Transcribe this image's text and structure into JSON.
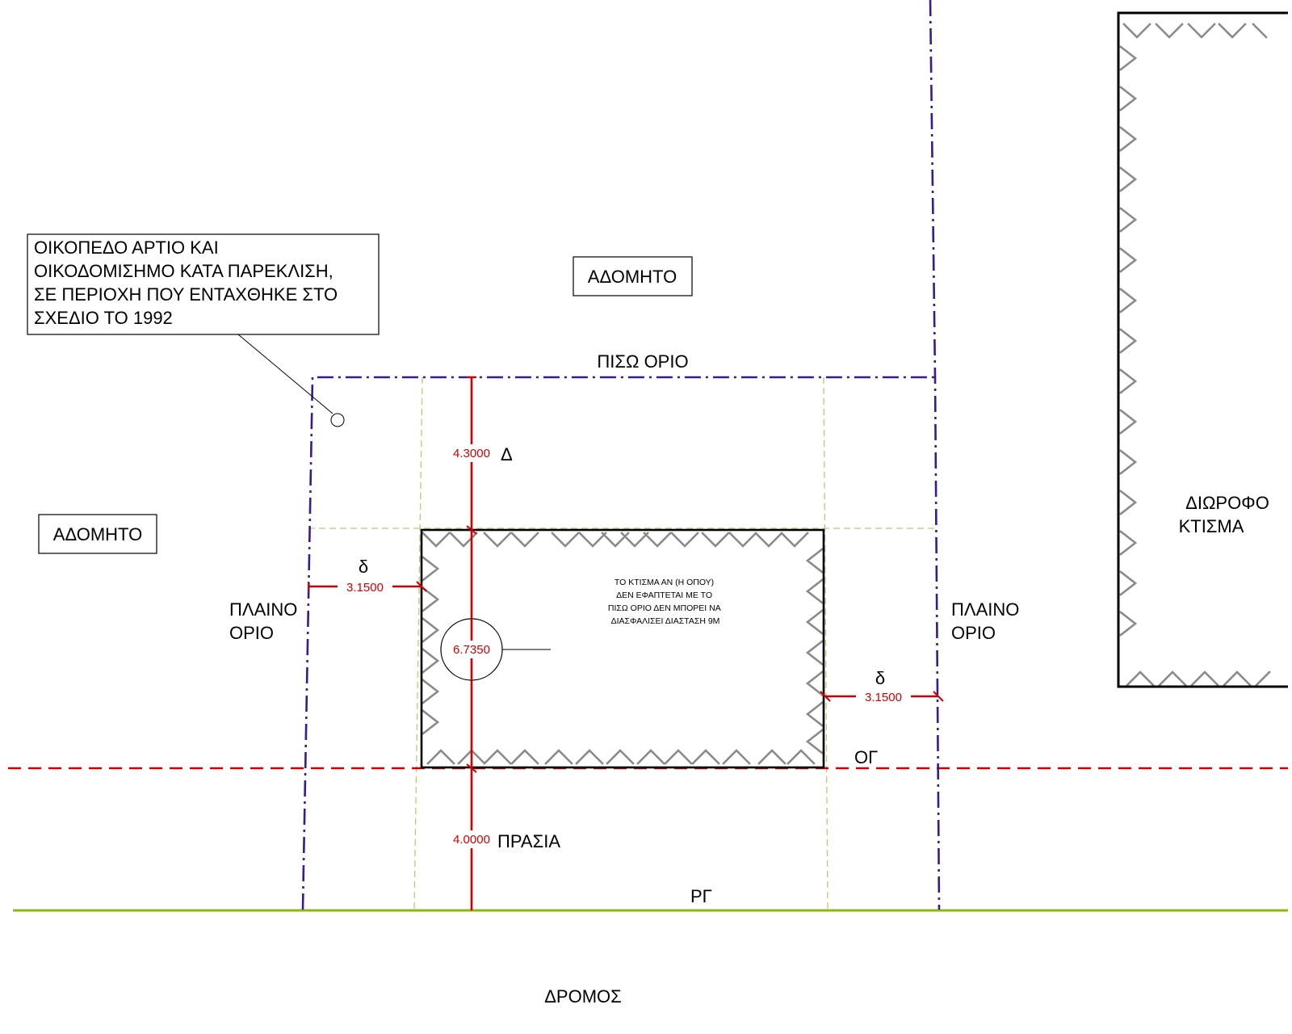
{
  "note": {
    "lines": [
      "ΟΙΚΟΠΕΔΟ ΑΡΤΙΟ ΚΑΙ",
      "ΟΙΚΟΔΟΜΙΣΗΜΟ ΚΑΤΑ ΠΑΡΕΚΛΙΣΗ,",
      "ΣΕ ΠΕΡΙΟΧΗ ΠΟΥ ΕΝΤΑΧΘΗΚΕ ΣΤΟ",
      "ΣΧΕΔΙΟ ΤΟ 1992"
    ]
  },
  "labels": {
    "unbuilt_top": "ΑΔΟΜΗΤΟ",
    "unbuilt_left": "ΑΔΟΜΗΤΟ",
    "rear_boundary": "ΠΙΣΩ ΟΡΙΟ",
    "side_left_1": "ΠΛΑΙΝΟ",
    "side_left_2": "ΟΡΙΟ",
    "side_right_1": "ΠΛΑΙΝΟ",
    "side_right_2": "ΟΡΙΟ",
    "two_storey_1": "ΔΙΩΡΟΦΟ",
    "two_storey_2": "ΚΤΙΣΜΑ",
    "building_line": "ΟΓ",
    "street_line": "ΡΓ",
    "road": "ΔΡΟΜΟΣ",
    "rear_setback_symbol": "Δ",
    "front_setback_label": "ΠΡΑΣΙΑ",
    "side_left_symbol": "δ",
    "side_right_symbol": "δ"
  },
  "dimensions": {
    "rear_setback": "4.3000",
    "front_setback": "4.0000",
    "side_left": "3.1500",
    "side_right": "3.1500",
    "building_depth": "6.7350"
  },
  "building_note": {
    "lines": [
      "ΤΟ ΚΤΙΣΜΑ ΑΝ (Η ΟΠΟΥ)",
      "ΔΕΝ ΕΦΑΠΤΕΤΑΙ ΜΕ ΤΟ",
      "ΠΙΣΩ ΟΡΙΟ ΔΕΝ ΜΠΟΡΕΙ ΝΑ",
      "ΔΙΑΣΦΑΛΙΣΕΙ ΔΙΑΣΤΑΣΗ 9Μ"
    ]
  },
  "colors": {
    "plot_boundary": "#3a1a8c",
    "building_line": "#d00000",
    "street_line": "#8db51a",
    "setback_guides": "#c9c470",
    "dimension": "#d00000",
    "hatch": "#8a8a8a"
  }
}
